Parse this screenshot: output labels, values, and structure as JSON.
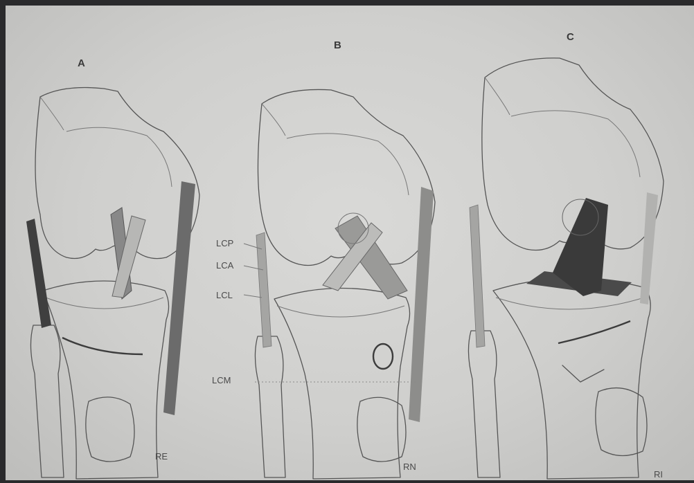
{
  "panels": [
    {
      "letter": "A",
      "signature": "RE"
    },
    {
      "letter": "B",
      "signature": "RN"
    },
    {
      "letter": "C",
      "signature": "RI"
    }
  ],
  "labels": {
    "lcp": "LCP",
    "lca": "LCA",
    "lcl": "LCL",
    "lcm": "LCM"
  },
  "colors": {
    "paper": "#d3d3d1",
    "ink": "#555555",
    "ligament_dark": "#3a3a3a",
    "ligament_mid": "#8a8a8a"
  }
}
